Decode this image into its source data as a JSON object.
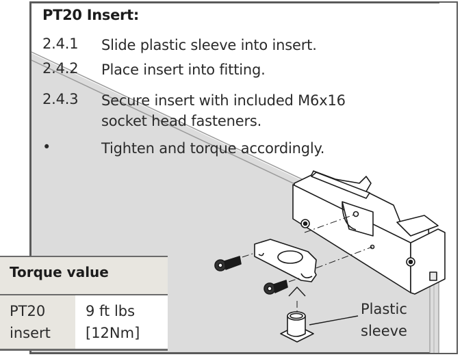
{
  "section": {
    "title": "PT20 Insert:",
    "steps": [
      {
        "number": "2.4.1",
        "text": "Slide plastic sleeve into insert."
      },
      {
        "number": "2.4.2",
        "text": "Place insert into fitting."
      },
      {
        "number": "2.4.3",
        "text_line1": "Secure insert with included M6x16",
        "text_line2": "socket head fasteners."
      },
      {
        "number": "•",
        "text": "Tighten and torque accordingly."
      }
    ]
  },
  "torque_table": {
    "header": "Torque value",
    "rows": [
      {
        "part_line1": "PT20",
        "part_line2": "insert",
        "value_line1": "9 ft lbs",
        "value_line2": "[12Nm]"
      }
    ]
  },
  "diagram": {
    "callout_line1": "Plastic",
    "callout_line2": "sleeve",
    "parts": [
      "fitting",
      "insert",
      "socket-head-fastener",
      "socket-head-fastener",
      "plastic-sleeve",
      "glass-panel"
    ]
  },
  "colors": {
    "frame_border": "#5a5a5a",
    "glass_fill": "#dcdcdc",
    "table_header_bg": "#e8e6e0",
    "text": "#2a2a2a"
  }
}
